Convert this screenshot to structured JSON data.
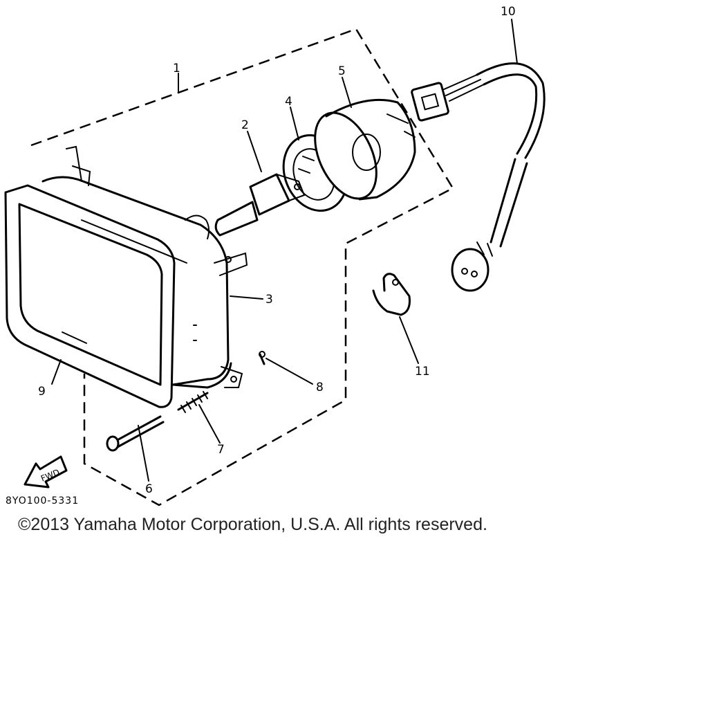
{
  "diagram": {
    "callouts": [
      "1",
      "2",
      "3",
      "4",
      "5",
      "6",
      "7",
      "8",
      "9",
      "10",
      "11"
    ],
    "fwd_label": "FWD",
    "drawing_code": "8YO100-5331",
    "copyright": "©2013 Yamaha Motor Corporation, U.S.A. All rights reserved."
  }
}
